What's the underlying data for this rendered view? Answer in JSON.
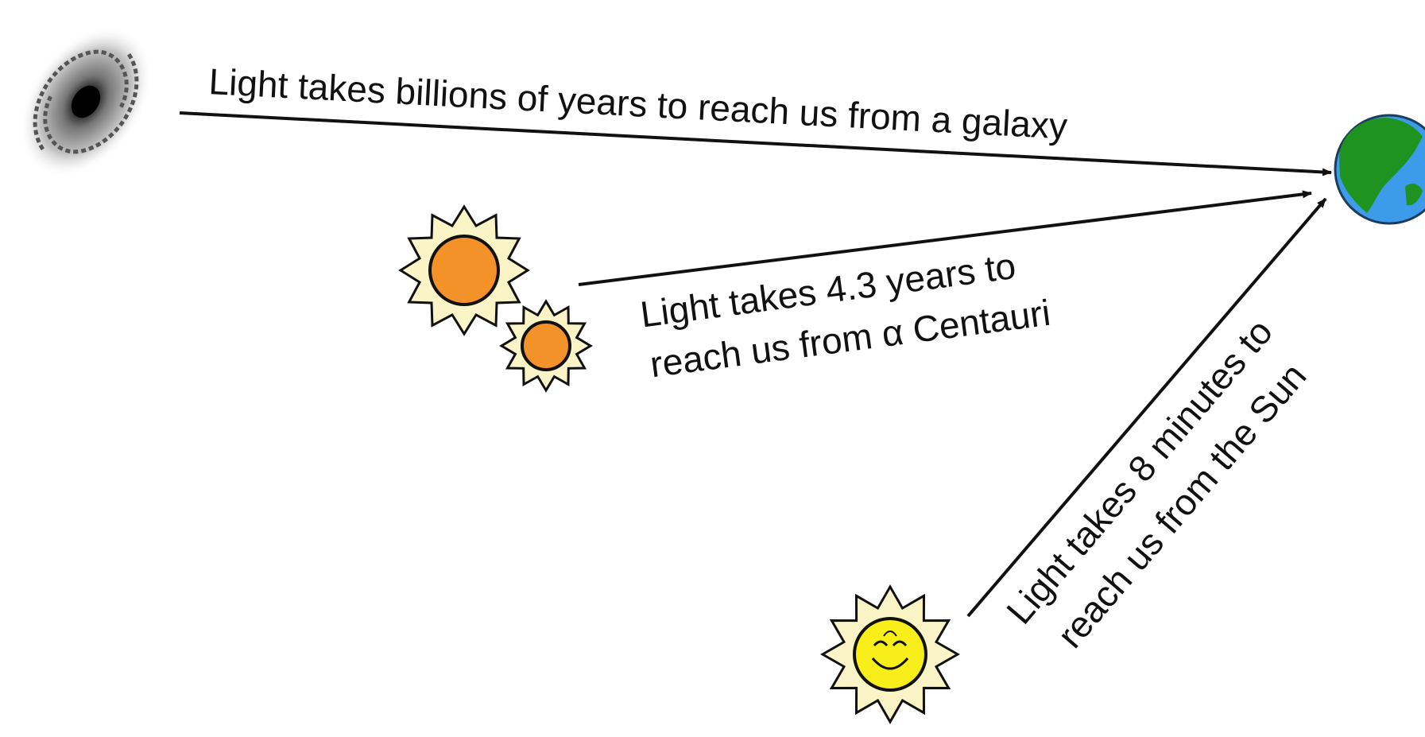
{
  "labels": {
    "galaxy": "Light takes billions of years to reach us from a galaxy",
    "centauri_line1": "Light takes 4.3 years to",
    "centauri_line2": "reach us from α Centauri",
    "sun_line1": "Light takes 8 minutes to",
    "sun_line2": "reach us from the Sun"
  },
  "objects": {
    "galaxy": "spiral-galaxy",
    "alpha_centauri": "binary-star",
    "sun": "smiling-sun",
    "earth": "earth-globe"
  },
  "colors": {
    "star_orange": "#f4922a",
    "sun_yellow": "#f7ee1a",
    "star_halo": "#fbf4c6",
    "earth_ocean": "#3d9be9",
    "earth_land": "#1e9320",
    "arrow": "#111111"
  }
}
